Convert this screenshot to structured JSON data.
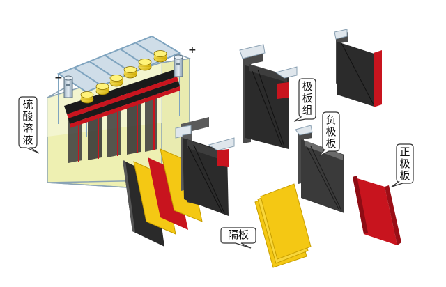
{
  "labels": {
    "electrolyte": "硫酸溶液",
    "plate_group": "极板组",
    "negative_plate": "负极板",
    "positive_plate": "正极板",
    "separator": "隔板"
  },
  "signs": {
    "negative": "−",
    "positive": "+"
  },
  "colors": {
    "electrolyte": "#f0f0b0",
    "negative_plate": "#333333",
    "positive_plate": "#c8141e",
    "separator": "#f4c814",
    "case_frame": "#7fa4bf",
    "terminal_cap": "#e8c81e"
  }
}
